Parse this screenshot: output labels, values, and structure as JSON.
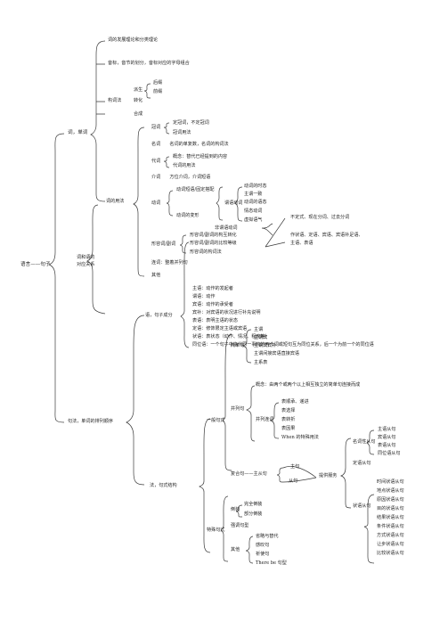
{
  "root": "语言——句子",
  "word_branch": "词，单词",
  "relation_branch": [
    "词和语的",
    "对应关系"
  ],
  "sentence_branch": "句法，单词的排列顺序",
  "word": {
    "theory": "词的发展理论和分类理论",
    "phonetics": "音标，音节的划分，音标对应的字母组合",
    "formation": "构词法",
    "derivation": "派生",
    "suffix": "后缀",
    "prefix": "前缀",
    "conversion": "转化",
    "compound": "合成",
    "usage": "词的用法",
    "articles": "冠词",
    "article_items": [
      "定冠词，不定冠词",
      "冠词用法"
    ],
    "noun_line": "名词　　名词的单复数，名词的构词法",
    "pronouns": "代词",
    "pronoun_items": [
      "概念：替代已经提到的内容",
      "代词的用法"
    ],
    "prep_line": "介词　　方位介词，介词短语",
    "verbs": "动词",
    "verb_phrase": "动词短语/固定搭配",
    "verb_change": "动词的变形",
    "predicate_verb": "谓语动词",
    "tense_items": [
      "动词的时态",
      "主谓一致",
      "动词的语态",
      "情态动词",
      "虚拟语气"
    ],
    "nonpredicate": "非谓语动词",
    "nonpredicate_forms": "不定式、现在分词、过去分词",
    "nonpredicate_roles": [
      "作状语、定语、宾语、宾语补足语、",
      "主语、表语"
    ],
    "adj_adv": "形容词/副词",
    "adj_items": [
      "形容词/副词的构互转化",
      "形容词/副词的比较等级",
      "形容词的构词法"
    ],
    "numerals": "连词：整着并列句",
    "others": "其他"
  },
  "syntax": {
    "components": "语，句子成分",
    "component_items": [
      "主语：动作的发起者",
      "谓语：动作",
      "宾语：动作的承受者",
      "宾补：对宾语的状况进行补充说明",
      "表语：表明主语的状态",
      "定语：修饰限定主语或宾语",
      "状语：表状态（动作、情况、程度等）",
      "同位语：一个句子中指代同一事物的两个词或短句互为同位关系，后一个为前一个的同位语"
    ],
    "structure": "法，句式结构",
    "general": "一般句式",
    "simple": "简单句",
    "simple_items": [
      "主谓",
      "主谓宾",
      "主谓宾宾补",
      "主谓间接宾语直接宾语",
      "主系表"
    ],
    "compound": "并列句",
    "compound_def": "概念：由两个或两个以上相互独立的简单句连接而成",
    "conj": "并列连词",
    "conj_items": [
      "表顺承、递进",
      "表选择",
      "表转折",
      "表因果",
      "When 的特殊用法"
    ],
    "complex": "复合句——主从句",
    "main_clause": "主句",
    "sub_clause": "从句",
    "service": "提供服务",
    "noun_clause": "名词性从句",
    "noun_clause_items": [
      "主语从句",
      "宾语从句",
      "表语从句",
      "同位语从句"
    ],
    "attr_clause": "定语从句",
    "adv_clause": "状语从句",
    "adv_clause_items": [
      "时间状语从句",
      "地点状语从句",
      "原因状语从句",
      "目的状语从句",
      "结果状语从句",
      "条件状语从句",
      "方式状语从句",
      "让步状语从句",
      "比较状语从句"
    ],
    "special": "特殊句式",
    "inversion": "倒装",
    "inversion_items": [
      "完全倒装",
      "部分倒装"
    ],
    "emphasis": "强调句型",
    "other": "其他",
    "other_items": [
      "省略与替代",
      "感叹句",
      "祈使句",
      "There be 句型"
    ]
  }
}
